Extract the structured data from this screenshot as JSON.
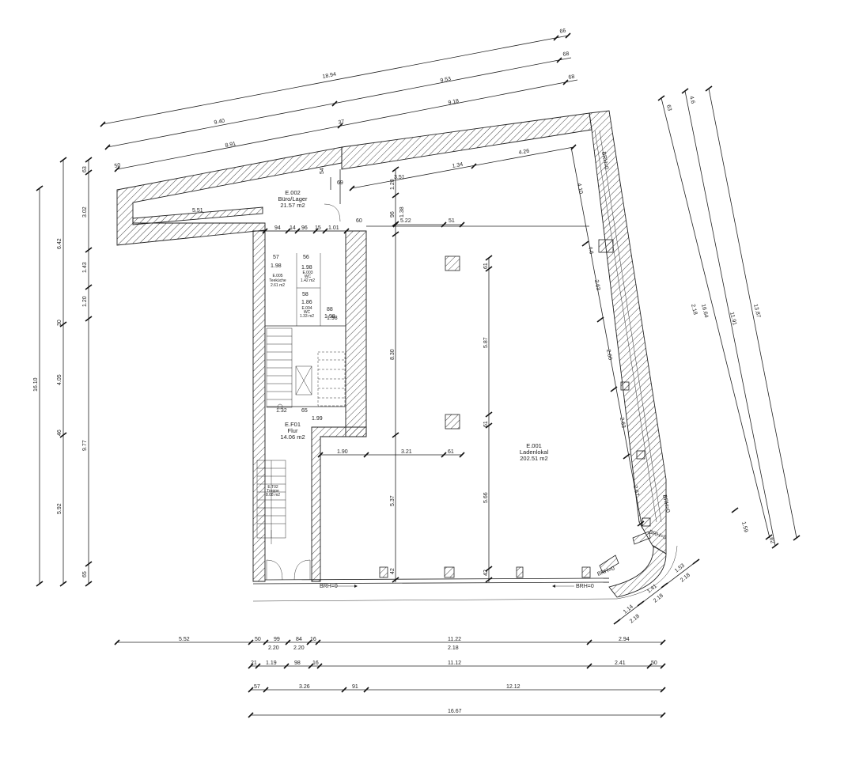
{
  "rooms": [
    {
      "id": "E.002",
      "name": "Büro/Lager",
      "area": "21.57 m2"
    },
    {
      "id": "E.001",
      "name": "Ladenlokal",
      "area": "202.51 m2"
    },
    {
      "id": "E.F01",
      "name": "Flur",
      "area": "14.06 m2"
    },
    {
      "id": "E.005",
      "name": "Teeküche",
      "area": "2.61 m2"
    },
    {
      "id": "E.003",
      "name": "WC",
      "area": "1.42 m2"
    },
    {
      "id": "E.004",
      "name": "WC",
      "area": "1.33 m2"
    },
    {
      "id": "E.T02",
      "name": "Treppe",
      "area": "8.08 m2"
    }
  ],
  "markers": {
    "brh_labels": [
      "BRH=0",
      "BRH=0",
      "BRH=0",
      "BRH=0",
      "BRH=0",
      "BRH=0"
    ]
  },
  "dims": {
    "top": [
      "66",
      "18.94",
      "68",
      "9.53",
      "68",
      "9.40",
      "9.18",
      "37",
      "8.91",
      "50",
      "54",
      "3.51",
      "1.34",
      "4.26",
      "69"
    ],
    "left": [
      "16.10",
      "6.42",
      "3.02",
      "1.43",
      "1.20",
      "4.05",
      "9.77",
      "5.92",
      "63",
      "46",
      "65",
      "30"
    ],
    "right": [
      "63",
      "4.6",
      "16.64",
      "11.91",
      "13.87",
      "2.18",
      "1.59",
      "62"
    ],
    "diag": [
      "4.10",
      "2.63",
      "2.60",
      "2.63",
      "2.67",
      "4.6"
    ],
    "interior": [
      "5.51",
      "94",
      "14",
      "96",
      "15",
      "1.01",
      "60",
      "5.22",
      "51",
      "1.98",
      "57",
      "56",
      "1.98",
      "1.86",
      "58",
      "1.98",
      "88",
      "1.98",
      "1.32",
      "65",
      "1.99",
      "1.20",
      "96",
      "1.38",
      "8.30",
      "5.87",
      "61",
      "61",
      "1.90",
      "3.21",
      "61",
      "5.37",
      "5.66",
      "42",
      "42"
    ],
    "bottom1": [
      "5.52",
      "50",
      "99",
      "84",
      "16",
      "11.22",
      "2.94"
    ],
    "bottom1b": [
      "2.20",
      "2.20",
      "2.18"
    ],
    "bottom2": [
      "21",
      "1.19",
      "98",
      "16",
      "11.12",
      "2.41",
      "50"
    ],
    "bottom3": [
      "57",
      "3.26",
      "91",
      "12.12"
    ],
    "bottom4": [
      "16.67"
    ],
    "corner": [
      "1.53",
      "2.18",
      "1.41",
      "2.18",
      "1.14",
      "2.18"
    ]
  }
}
